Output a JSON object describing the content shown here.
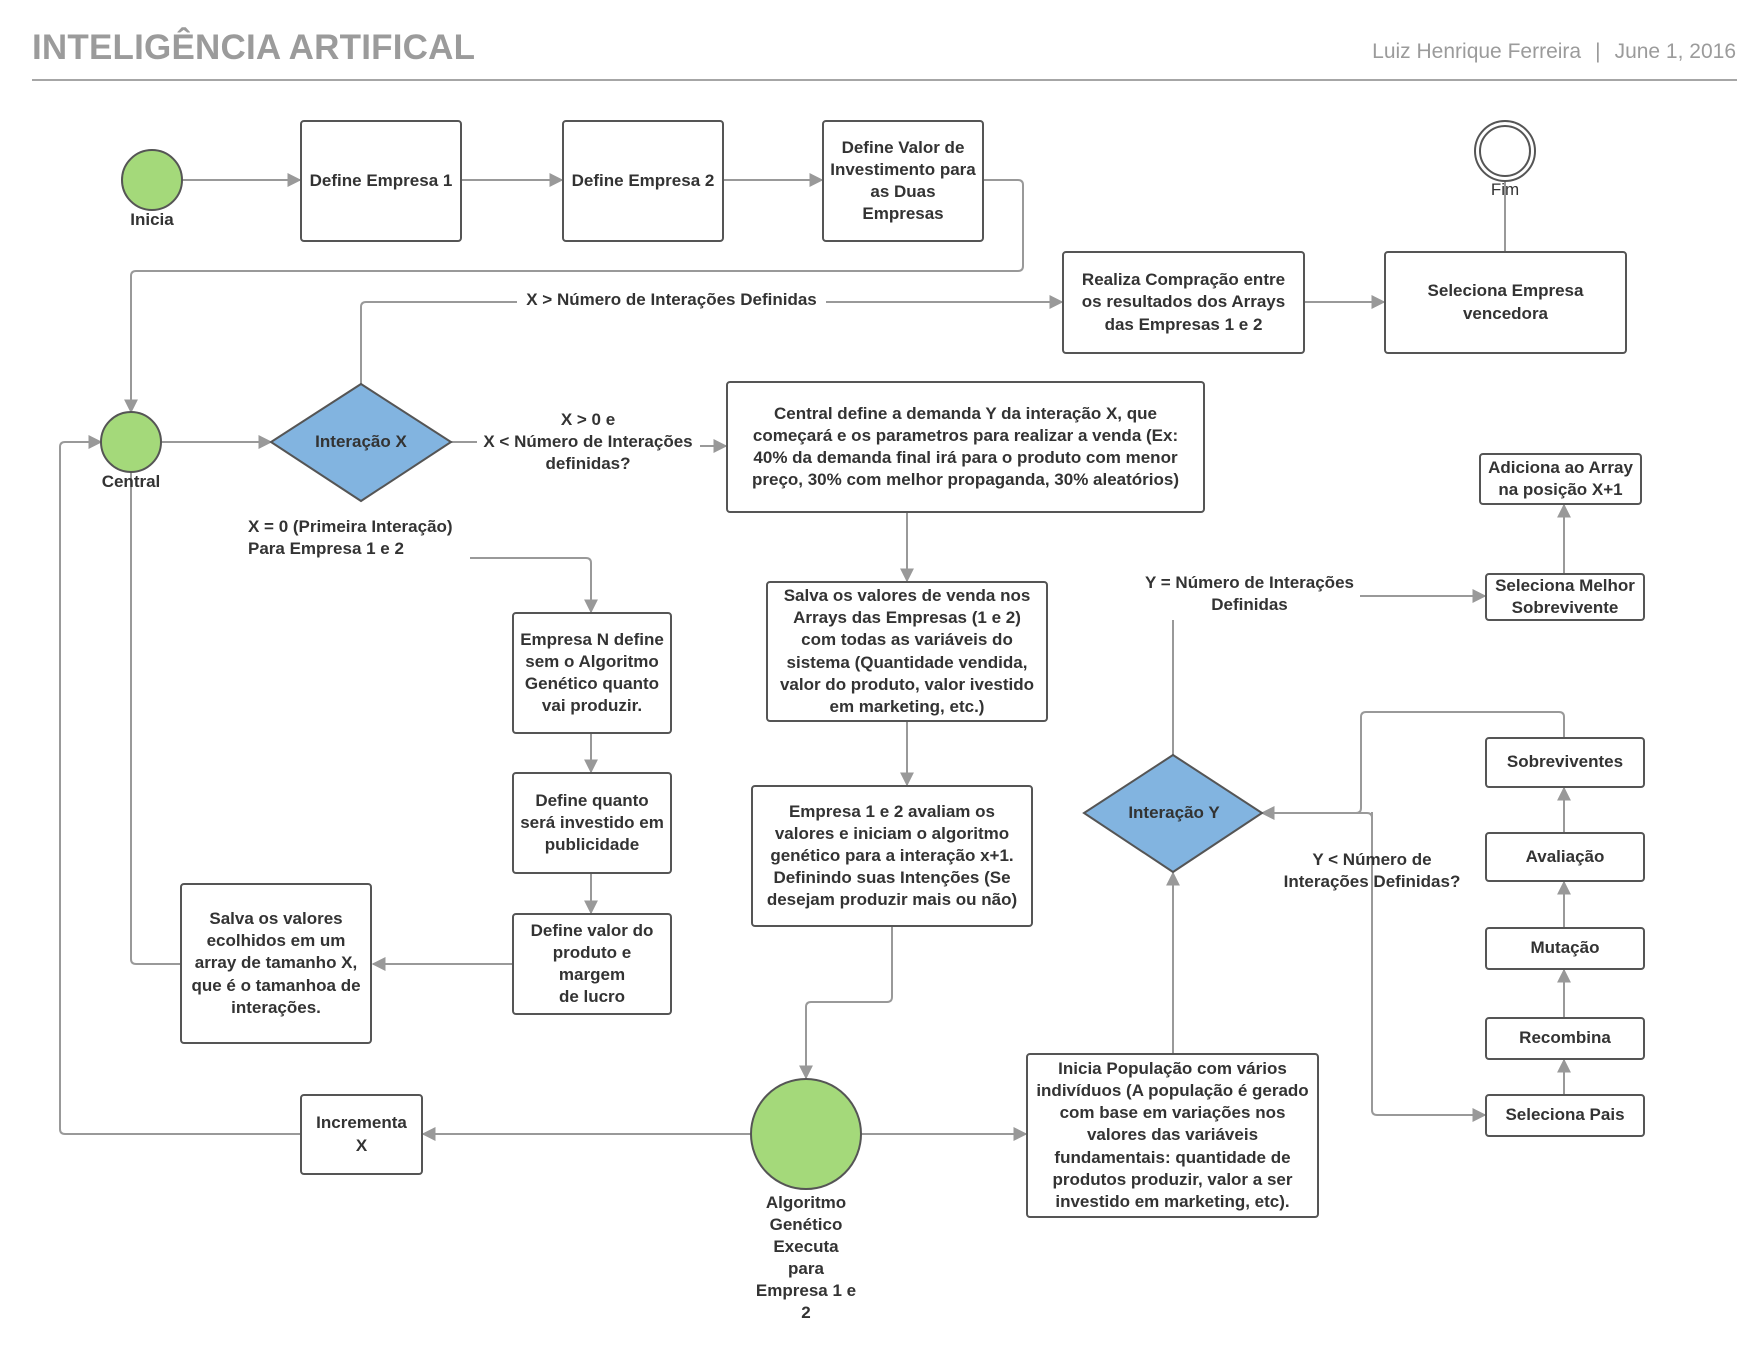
{
  "header": {
    "title": "INTELIGÊNCIA ARTIFICAL",
    "author": "Luiz Henrique Ferreira",
    "separator": "|",
    "date": "June 1, 2016"
  },
  "colors": {
    "node_green": "#a4d97a",
    "decision_blue": "#82b4e0",
    "stroke": "#555555",
    "connector": "#999999",
    "header_text": "#9b9b9b"
  },
  "events": {
    "inicia": "Inicia",
    "central": "Central",
    "fim": "Fim",
    "algoritmo": "Algoritmo\nGenético\nExecuta\npara\nEmpresa 1 e\n2"
  },
  "decisions": {
    "interacao_x": "Interação X",
    "interacao_y": "Interação Y"
  },
  "boxes": {
    "define_empresa_1": "Define Empresa 1",
    "define_empresa_2": "Define Empresa 2",
    "define_valor_investimento": "Define Valor de\nInvestimento para\nas Duas Empresas",
    "realiza_comparacao": "Realiza Compração entre\nos resultados dos Arrays\ndas Empresas 1 e 2",
    "seleciona_vencedora": "Seleciona Empresa\nvencedora",
    "central_define_demanda": "Central define a demanda Y da interação X, que\ncomeçará e os parametros para realizar a venda (Ex:\n40% da demanda final irá para o produto com menor\npreço, 30% com melhor propaganda, 30% aleatórios)",
    "adiciona_array": "Adiciona ao Array\nna posição X+1",
    "seleciona_melhor": "Seleciona Melhor\nSobrevivente",
    "empresa_n_define": "Empresa N define\nsem o Algoritmo\nGenético quanto\nvai produzir.",
    "salva_valores_venda": "Salva os valores de venda nos\nArrays das Empresas (1 e 2)\ncom todas as variáveis do\nsistema (Quantidade vendida,\nvalor do produto, valor ivestido\nem marketing, etc.)",
    "define_publicidade": "Define quanto\nserá investido em\npublicidade",
    "empresas_avaliam": "Empresa 1 e 2 avaliam os\nvalores e iniciam o algoritmo\ngenético para a interação x+1.\nDefinindo suas Intenções (Se\ndesejam produzir mais ou não)",
    "salva_valores_escolhidos": "Salva os valores\necolhidos em um\narray de tamanho X,\nque é o tamanhoa de\ninterações.",
    "define_valor_produto": "Define valor do\nproduto e margem\nde lucro",
    "sobreviventes": "Sobreviventes",
    "avaliacao": "Avaliação",
    "mutacao": "Mutação",
    "recombina": "Recombina",
    "seleciona_pais": "Seleciona Pais",
    "incrementa_x": "Incrementa\nX",
    "inicia_populacao": "Inicia População com vários\nindivíduos (A população é gerado\ncom base em variações nos\nvalores das variáveis\nfundamentais: quantidade de\nprodutos produzir, valor a ser\ninvestido em marketing, etc)."
  },
  "edge_labels": {
    "x_maior_numero": "X > Número de Interações Definidas",
    "x_intervalo": "X > 0 e\nX < Número de Interações\ndefinidas?",
    "x_zero": "X = 0 (Primeira Interação)\nPara Empresa 1 e 2",
    "y_igual": "Y = Número de Interações\nDefinidas",
    "y_menor": "Y < Número de\nInterações Definidas?"
  }
}
